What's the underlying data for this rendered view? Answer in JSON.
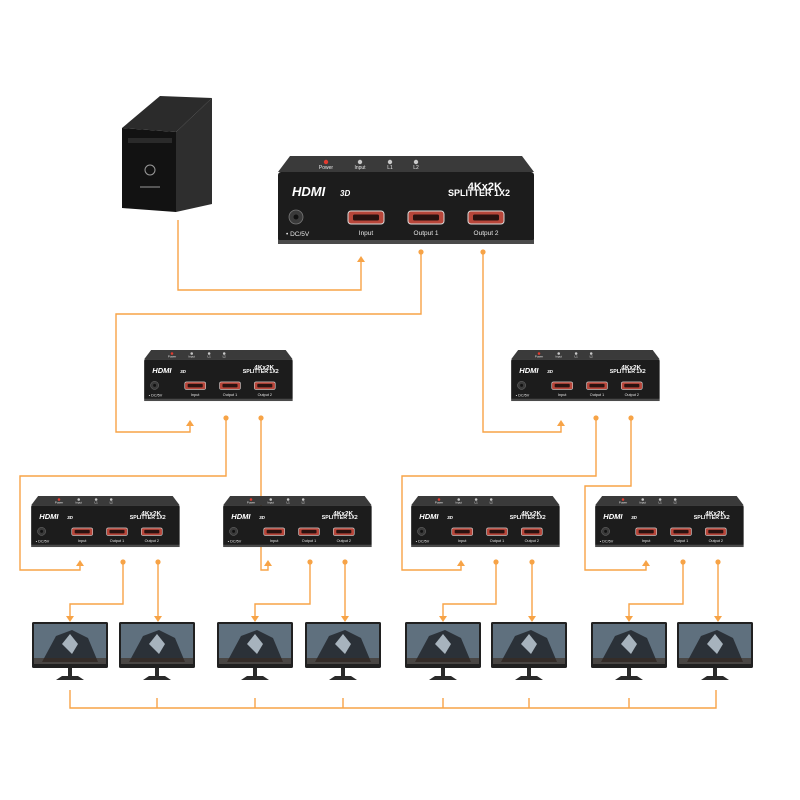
{
  "splitter": {
    "indicators": [
      "Power",
      "Input",
      "L1",
      "L2"
    ],
    "resolution": "4Kx2K",
    "brand": "HDMI",
    "brand_suffix": "3D",
    "model": "SPLITTER 1X2",
    "power_label": "• DC/5V",
    "ports": [
      "Input",
      "Output 1",
      "Output 2"
    ]
  },
  "colors": {
    "cable": "#f7a346",
    "device_body": "#1c1c1c",
    "port": "#b8463a"
  },
  "icons": {
    "source": "desktop-tower-icon",
    "display": "monitor-icon"
  }
}
